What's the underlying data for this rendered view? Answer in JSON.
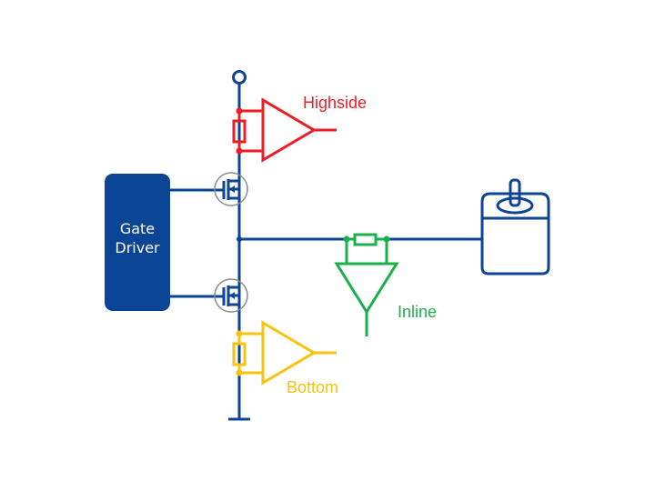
{
  "diagram": {
    "title": "Current sensing positions in a motor drive half-bridge",
    "gate_driver": {
      "line1": "Gate",
      "line2": "Driver"
    },
    "labels": {
      "highside": "Highside",
      "inline": "Inline",
      "bottom": "Bottom"
    },
    "components": [
      "supply-terminal",
      "highside-shunt",
      "highside-amplifier",
      "high-mosfet",
      "low-mosfet",
      "inline-shunt",
      "inline-amplifier",
      "bottom-shunt",
      "bottom-amplifier",
      "ground",
      "motor"
    ],
    "colors": {
      "circuit": "#0d4596",
      "highside": "#ee1c24",
      "inline": "#19b04b",
      "bottom": "#f8c30c",
      "mosfet_ring": "#8c8c8c"
    }
  }
}
